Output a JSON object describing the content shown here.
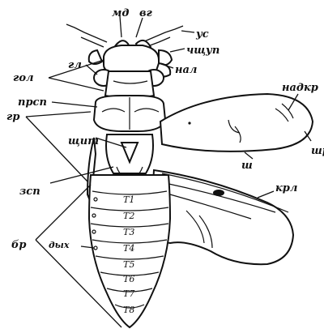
{
  "labels": {
    "md": "мд",
    "vg": "вг",
    "us": "ус",
    "chshup": "чщуп",
    "nal": "нал",
    "gl": "гл",
    "gol": "гол",
    "prsp": "прсп",
    "gr": "гр",
    "shchit": "щит",
    "nadkr": "надкр",
    "shr": "шр",
    "sh": "ш",
    "krl": "крл",
    "zsp": "зсп",
    "br": "бр",
    "dykh": "дых"
  },
  "segments": [
    "T1",
    "T2",
    "T3",
    "T4",
    "T5",
    "T6",
    "T7",
    "T8"
  ]
}
